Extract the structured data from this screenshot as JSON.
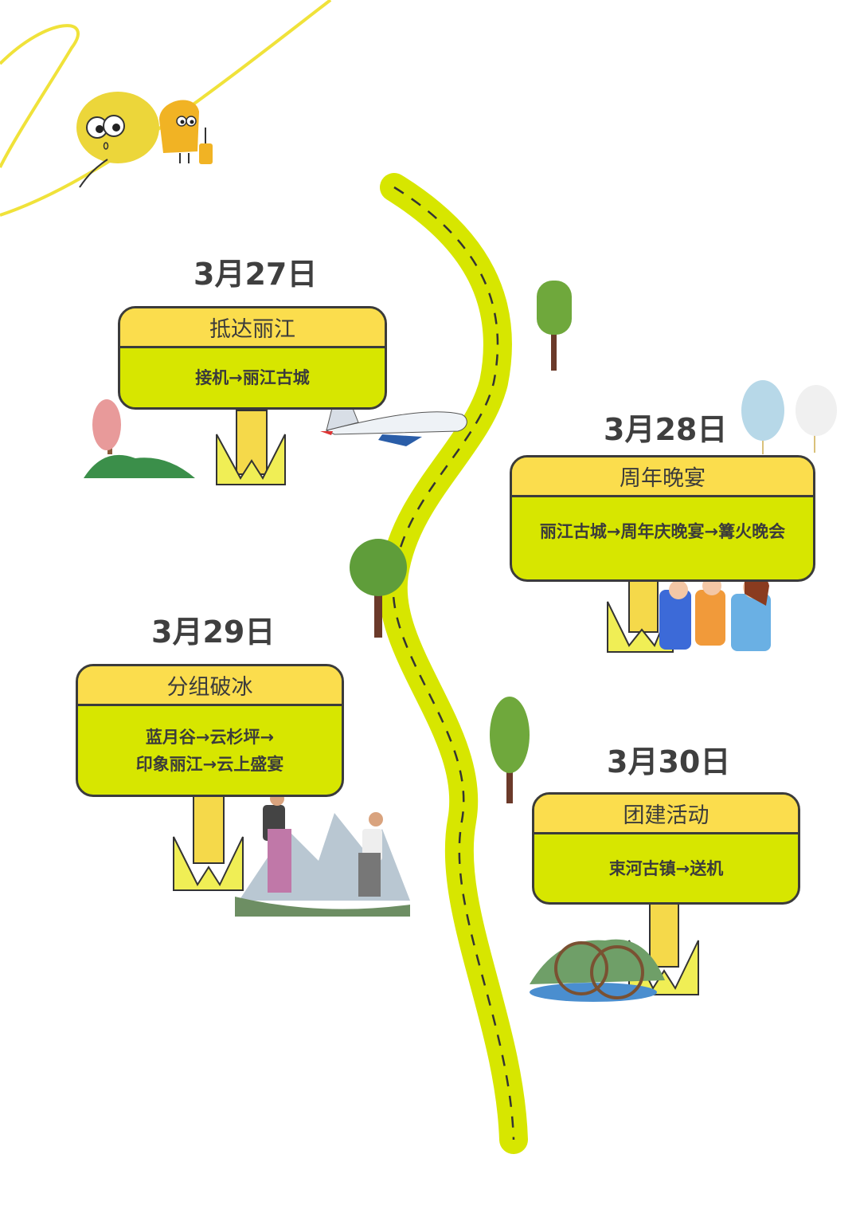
{
  "timeline": [
    {
      "date": "3月27日",
      "title": "抵达丽江",
      "lines": [
        "接机→丽江古城"
      ]
    },
    {
      "date": "3月28日",
      "title": "周年晚宴",
      "lines": [
        "丽江古城→周年庆晚宴→篝火晚会"
      ]
    },
    {
      "date": "3月29日",
      "title": "分组破冰",
      "lines": [
        "蓝月谷→云杉坪→",
        "印象丽江→云上盛宴"
      ]
    },
    {
      "date": "3月30日",
      "title": "团建活动",
      "lines": [
        "束河古镇→送机"
      ]
    }
  ],
  "colors": {
    "road": "#d7e600",
    "card_body": "#d7e600",
    "card_head": "#fbdd4d",
    "outline": "#3b3b3b",
    "date_text": "#3f3f3f",
    "decor_line": "#f0e23a"
  }
}
